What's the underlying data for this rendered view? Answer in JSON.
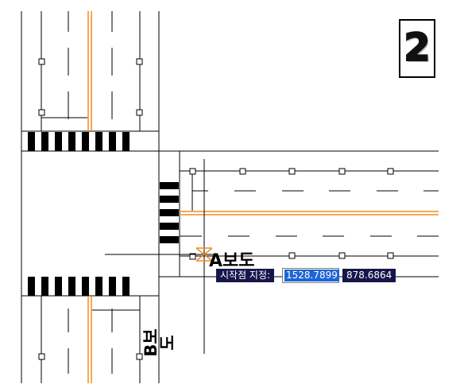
{
  "page_number": "2",
  "labels": {
    "road_a": "A보도",
    "road_b": "B보도"
  },
  "command_prompt": {
    "label": "시작점 지정:",
    "x_value": "1528.7899",
    "y_value": "878.6864"
  },
  "colors": {
    "centerline": "#f28c1e",
    "cursor": "#f28c1e",
    "prompt_bg": "#16164a",
    "selection": "#1e64d6",
    "line": "#000000"
  },
  "icons": {
    "cursor": "crosshair-cursor-icon"
  }
}
